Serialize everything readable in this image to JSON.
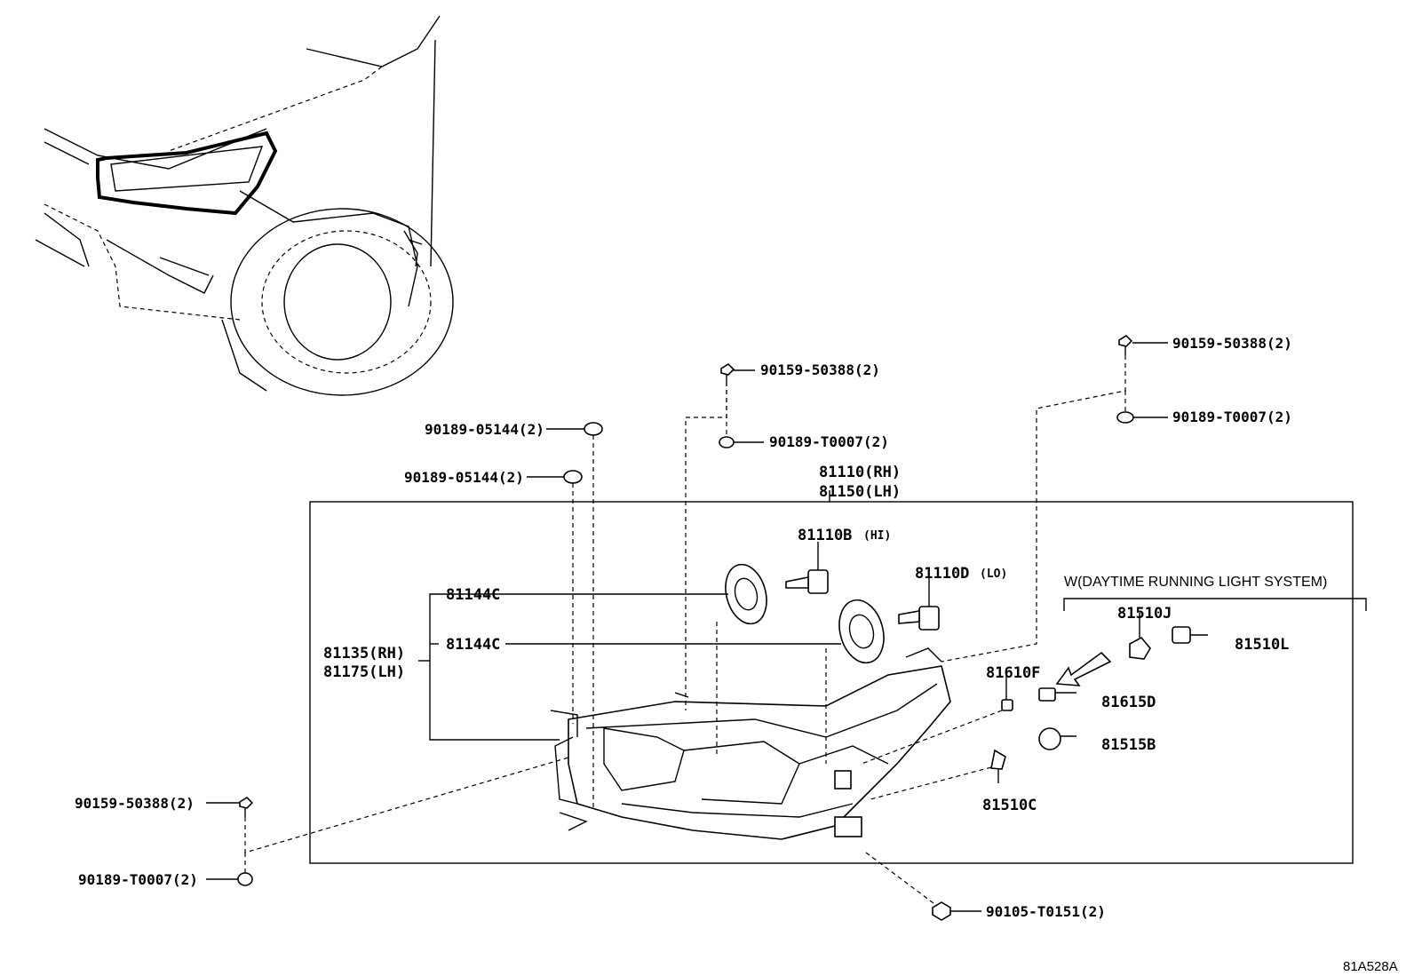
{
  "labels": {
    "assy_rh": "81110(RH)",
    "assy_lh": "81150(LH)",
    "bulb_hi_num": "81110B",
    "bulb_hi_suffix": "(HI)",
    "bulb_lo_num": "81110D",
    "bulb_lo_suffix": "(LO)",
    "cover_upper": "81144C",
    "cover_lower": "81144C",
    "housing_rh": "81135(RH)",
    "housing_lh": "81175(LH)",
    "drl_note": "W(DAYTIME RUNNING LIGHT SYSTEM)",
    "p81510J": "81510J",
    "p81510L": "81510L",
    "p81610F": "81610F",
    "p81615D": "81615D",
    "p81515B": "81515B",
    "p81510C": "81510C",
    "screw_mid_top": "90159-50388(2)",
    "clip_mid_top": "90189-T0007(2)",
    "screw_right_top": "90159-50388(2)",
    "clip_right_top": "90189-T0007(2)",
    "nut_left_upper": "90189-05144(2)",
    "nut_left_lower": "90189-05144(2)",
    "screw_left_bottom": "90159-50388(2)",
    "clip_left_bottom": "90189-T0007(2)",
    "bolt_bottom": "90105-T0151(2)",
    "diagram_code": "81A528A"
  }
}
